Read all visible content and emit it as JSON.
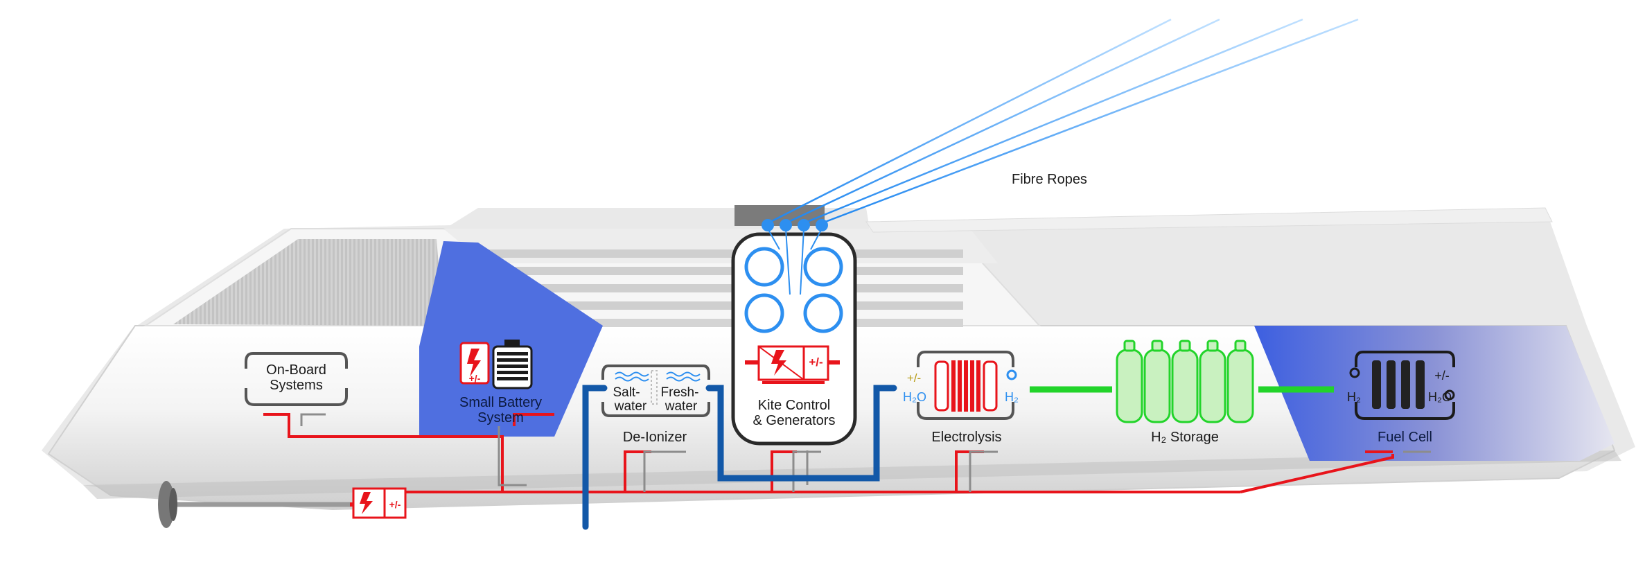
{
  "colors": {
    "power_line": "#e8141b",
    "water_pipe": "#1258a8",
    "hydrogen_line": "#22d42a",
    "rope_blue": "#2d8ff0",
    "panel_blue": "#4f6fe0",
    "control_box": "#2a2a2a"
  },
  "labels": {
    "fibre_ropes": "Fibre Ropes",
    "onboard_systems_1": "On-Board",
    "onboard_systems_2": "Systems",
    "small_battery_1": "Small Battery",
    "small_battery_2": "System",
    "saltwater_1": "Salt-",
    "saltwater_2": "water",
    "freshwater_1": "Fresh-",
    "freshwater_2": "water",
    "deionizer": "De-Ionizer",
    "kite_control_1": "Kite Control",
    "kite_control_2": "& Generators",
    "electrolysis": "Electrolysis",
    "h2_storage": "H₂ Storage",
    "fuel_cell": "Fuel Cell",
    "plus_minus": "+/-",
    "o_symbol": "O",
    "h2": "H₂",
    "h2o": "H₂O"
  },
  "icons": {
    "converter": "power-converter-icon",
    "battery": "battery-icon",
    "kite_winch": "winch-drum-icon",
    "electrolysis_stack": "electrolysis-stack-icon",
    "h2_tank": "gas-cylinder-icon",
    "fuel_cell_stack": "fuel-cell-stack-icon",
    "propeller": "propeller-icon"
  }
}
